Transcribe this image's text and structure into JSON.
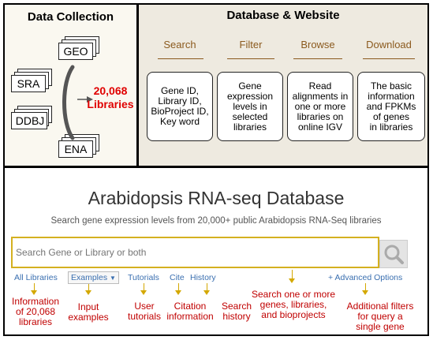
{
  "data_collection": {
    "title": "Data Collection",
    "sources": [
      "GEO",
      "SRA",
      "DDBJ",
      "ENA"
    ],
    "count": "20,068",
    "unit": "Libraries"
  },
  "database_website": {
    "title": "Database & Website",
    "features": [
      {
        "name": "Search",
        "desc": [
          "Gene ID,",
          "Library ID,",
          "BioProject ID,",
          "Key word"
        ]
      },
      {
        "name": "Filter",
        "desc": [
          "Gene",
          "expression",
          "levels in",
          "selected",
          "libraries"
        ]
      },
      {
        "name": "Browse",
        "desc": [
          "Read",
          "alignments in",
          "one or more",
          "libraries on",
          "online IGV"
        ]
      },
      {
        "name": "Download",
        "desc": [
          "The basic",
          "information",
          "and FPKMs",
          "of genes",
          "in libraries"
        ]
      }
    ]
  },
  "site": {
    "title": "Arabidopsis RNA-seq Database",
    "subtitle": "Search gene expression levels from 20,000+ public Arabidopsis RNA-Seq libraries",
    "search_placeholder": "Search Gene or Library or both",
    "links": {
      "all_libraries": "All Libraries",
      "examples": "Examples",
      "tutorials": "Tutorials",
      "cite": "Cite",
      "history": "History",
      "advanced": "+ Advanced Options"
    }
  },
  "annotations": {
    "info_libraries": [
      "Information",
      "of 20,068",
      "libraries"
    ],
    "input_examples": [
      "Input",
      "examples"
    ],
    "user_tutorials": [
      "User",
      "tutorials"
    ],
    "citation": [
      "Citation",
      "information"
    ],
    "search_history": [
      "Search",
      "history"
    ],
    "search_more": [
      "Search one or more",
      "genes, libraries,",
      "and bioprojects"
    ],
    "additional_filters": [
      "Additional filters",
      "for query a",
      "single gene"
    ]
  },
  "colors": {
    "feature_brown": "#8b5a1e",
    "annotation_red": "#c00000",
    "count_red": "#e00000",
    "search_gold": "#d4b020",
    "link_blue": "#3a6fb0"
  }
}
